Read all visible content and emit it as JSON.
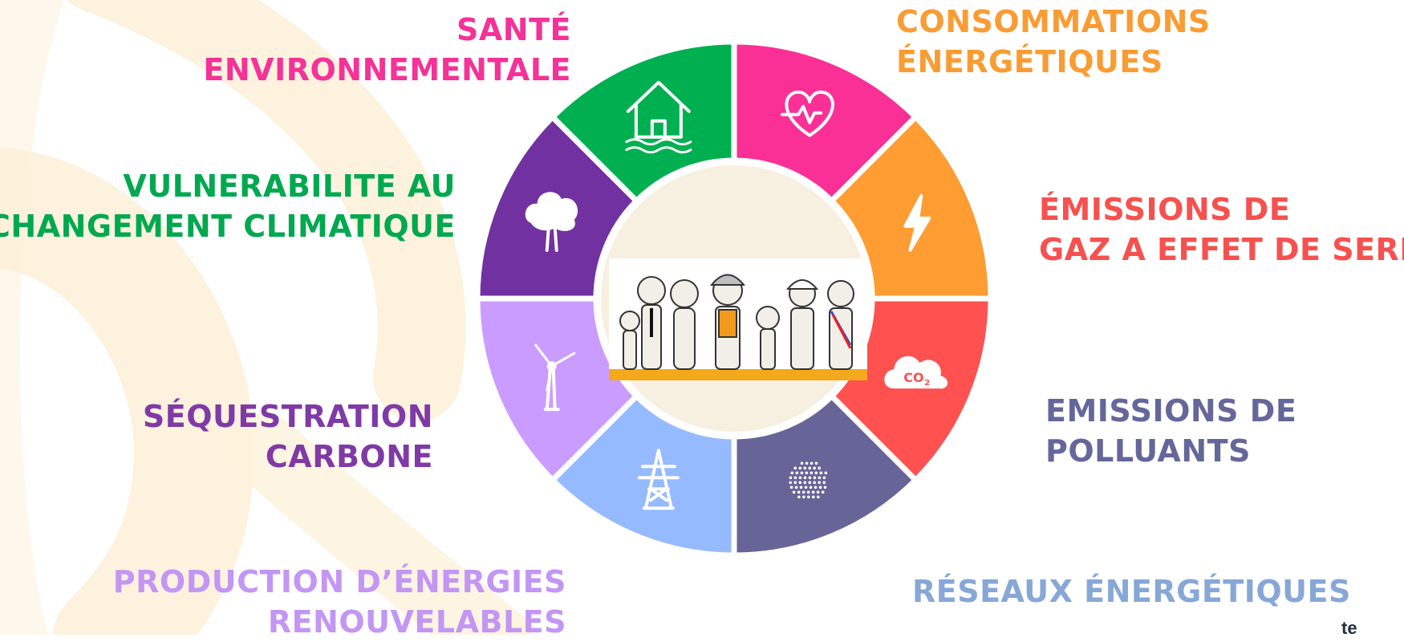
{
  "colors": {
    "background_swirl": "#fdf1da",
    "center_fill": "#f7f0e0",
    "ground": "#f4a81c"
  },
  "center": {
    "image": "group of people (family, worker, children, mayor with sash)"
  },
  "segments": [
    {
      "id": "sante",
      "icon": "heartbeat-icon",
      "color": "#fb3096",
      "text_color": "#f43297",
      "lines": [
        "SANTÉ",
        "ENVIRONNEMENTALE"
      ]
    },
    {
      "id": "consommations",
      "icon": "lightning-bolt-icon",
      "color": "#ff9c32",
      "text_color": "#f99c33",
      "lines": [
        "CONSOMMATIONS",
        "ÉNERGÉTIQUES"
      ]
    },
    {
      "id": "ges",
      "icon": "co2-cloud-icon",
      "color": "#fe5150",
      "text_color": "#f6514f",
      "lines": [
        "ÉMISSIONS DE",
        "GAZ A EFFET DE SERRE"
      ]
    },
    {
      "id": "polluants",
      "icon": "particles-icon",
      "color": "#676598",
      "text_color": "#65679a",
      "lines": [
        "EMISSIONS DE",
        "POLLUANTS"
      ]
    },
    {
      "id": "reseaux",
      "icon": "power-pylon-icon",
      "color": "#95baff",
      "text_color": "#87a7d7",
      "lines": [
        "RÉSEAUX ÉNERGÉTIQUES"
      ]
    },
    {
      "id": "production",
      "icon": "wind-turbine-icon",
      "color": "#cb9cff",
      "text_color": "#c396f4",
      "lines": [
        "PRODUCTION D’ÉNERGIES",
        "RENOUVELABLES"
      ]
    },
    {
      "id": "sequestration",
      "icon": "tree-icon",
      "color": "#7231a0",
      "text_color": "#7f3aa6",
      "lines": [
        "SÉQUESTRATION",
        "CARBONE"
      ]
    },
    {
      "id": "vulnerabilite",
      "icon": "flooded-house-icon",
      "color": "#00b050",
      "text_color": "#00a84f",
      "lines": [
        "VULNERABILITE AU",
        "CHANGEMENT CLIMATIQUE"
      ]
    }
  ],
  "logo": {
    "text": "te"
  }
}
